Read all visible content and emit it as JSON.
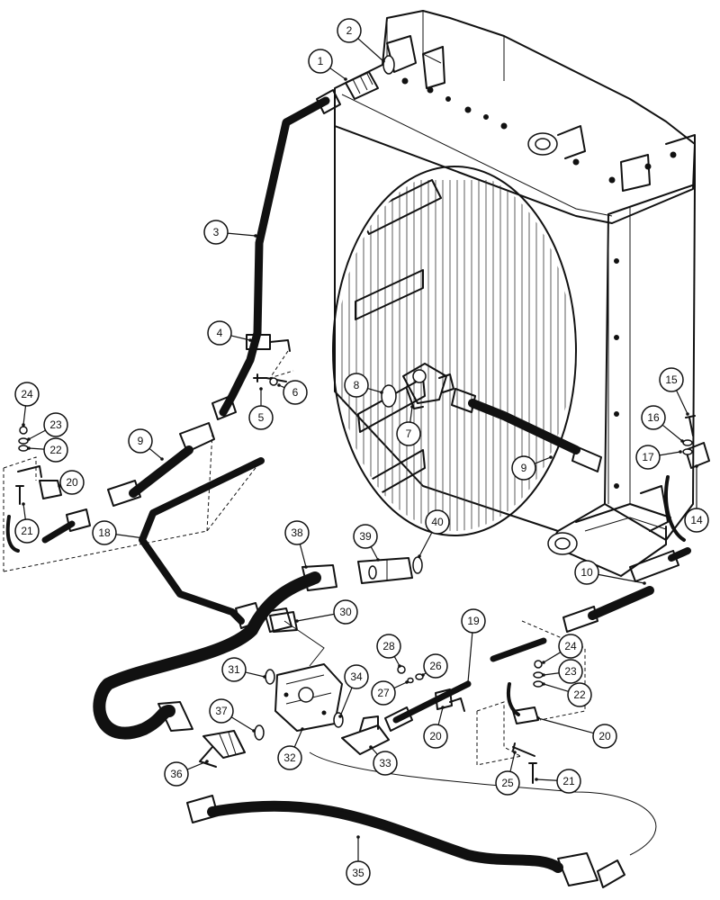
{
  "callouts": [
    {
      "label": "1"
    },
    {
      "label": "2"
    },
    {
      "label": "3"
    },
    {
      "label": "4"
    },
    {
      "label": "5"
    },
    {
      "label": "6"
    },
    {
      "label": "7"
    },
    {
      "label": "8"
    },
    {
      "label": "9"
    },
    {
      "label": "9"
    },
    {
      "label": "10"
    },
    {
      "label": "14"
    },
    {
      "label": "15"
    },
    {
      "label": "16"
    },
    {
      "label": "17"
    },
    {
      "label": "18"
    },
    {
      "label": "19"
    },
    {
      "label": "20"
    },
    {
      "label": "20"
    },
    {
      "label": "20"
    },
    {
      "label": "21"
    },
    {
      "label": "21"
    },
    {
      "label": "22"
    },
    {
      "label": "22"
    },
    {
      "label": "23"
    },
    {
      "label": "23"
    },
    {
      "label": "24"
    },
    {
      "label": "24"
    },
    {
      "label": "25"
    },
    {
      "label": "26"
    },
    {
      "label": "27"
    },
    {
      "label": "28"
    },
    {
      "label": "30"
    },
    {
      "label": "31"
    },
    {
      "label": "32"
    },
    {
      "label": "33"
    },
    {
      "label": "34"
    },
    {
      "label": "35"
    },
    {
      "label": "36"
    },
    {
      "label": "37"
    },
    {
      "label": "38"
    },
    {
      "label": "39"
    },
    {
      "label": "40"
    }
  ]
}
